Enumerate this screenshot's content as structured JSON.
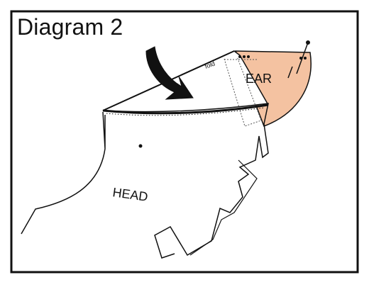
{
  "diagram": {
    "title": "Diagram 2",
    "labels": {
      "ear": "EAR",
      "head": "HEAD",
      "fold": "fold"
    },
    "colors": {
      "ear_fill": "#F4C2A1",
      "stroke": "#111111",
      "background": "#ffffff"
    },
    "icons": {
      "arrow": "curved-arrow-icon",
      "pin": "pin-icon"
    }
  }
}
